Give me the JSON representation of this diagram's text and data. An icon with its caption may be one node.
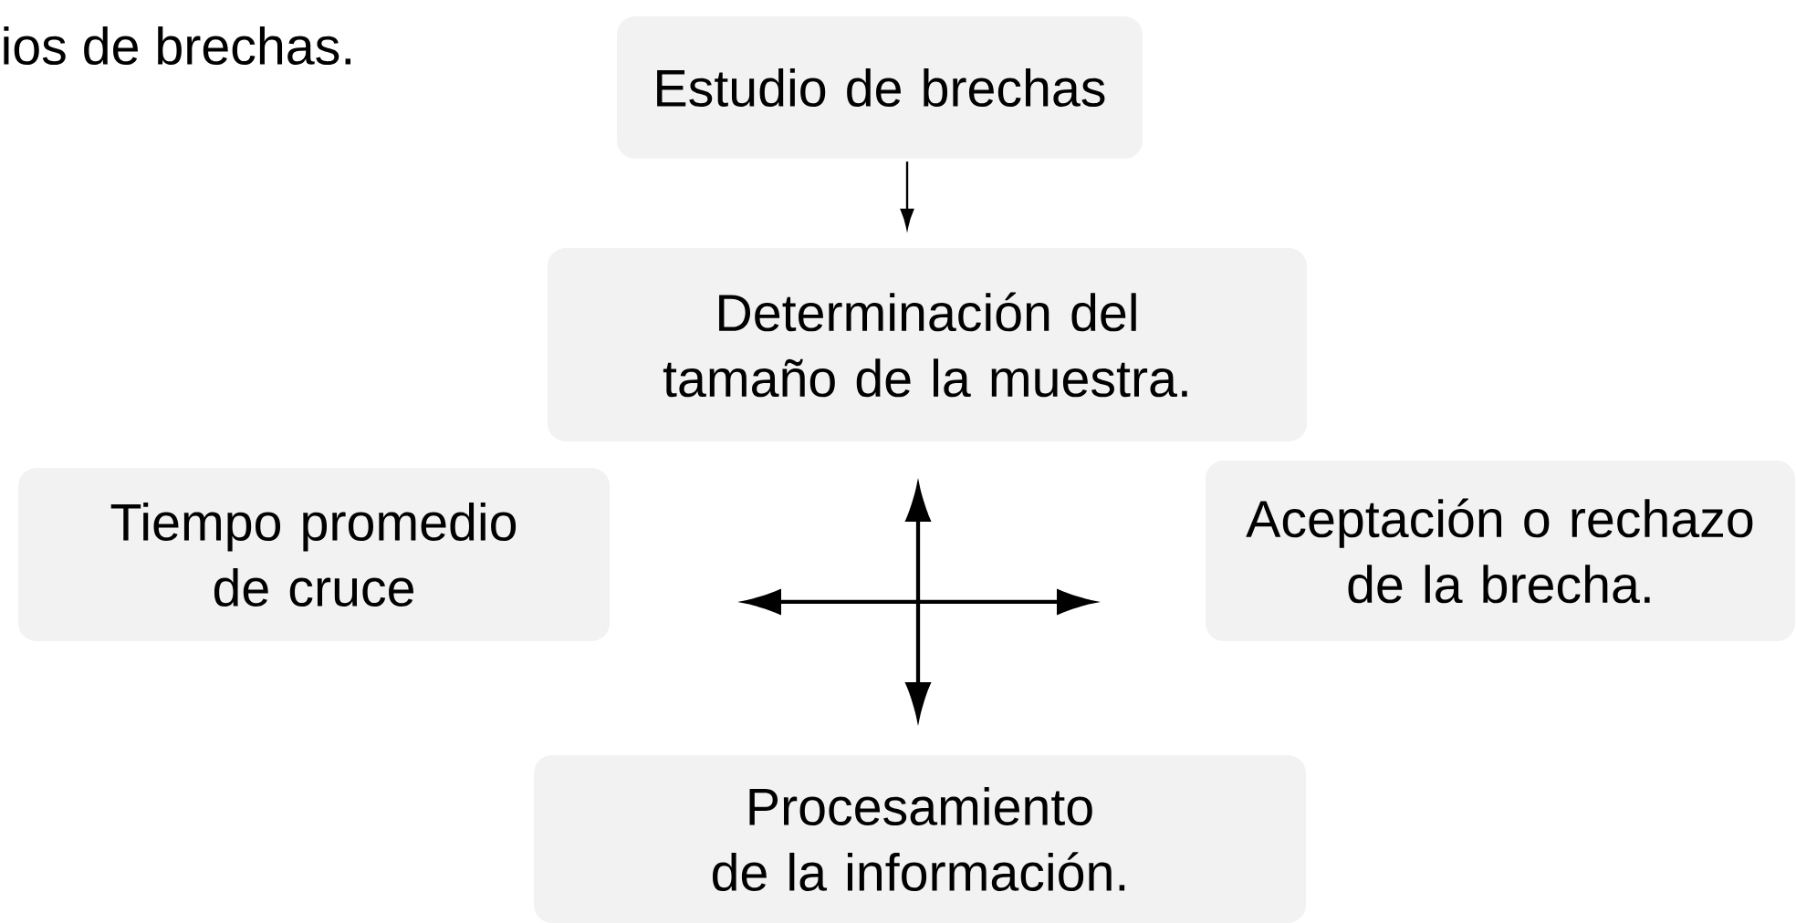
{
  "diagram": {
    "nodes": [
      {
        "text": [
          "Estudio de brechas"
        ]
      },
      {
        "text": [
          "Determinación del tamaño de la muestra."
        ]
      },
      {
        "text": [
          "Tiempo promedio de cruce"
        ]
      },
      {
        "text": [
          "Aceptación o rechazo de la brecha."
        ]
      },
      {
        "text": [
          "Procesamiento de la información."
        ]
      }
    ],
    "edges": [
      {
        "from": 0,
        "to": 1,
        "arrow": "to"
      }
    ],
    "labels": [
      "ios de brechas."
    ]
  }
}
